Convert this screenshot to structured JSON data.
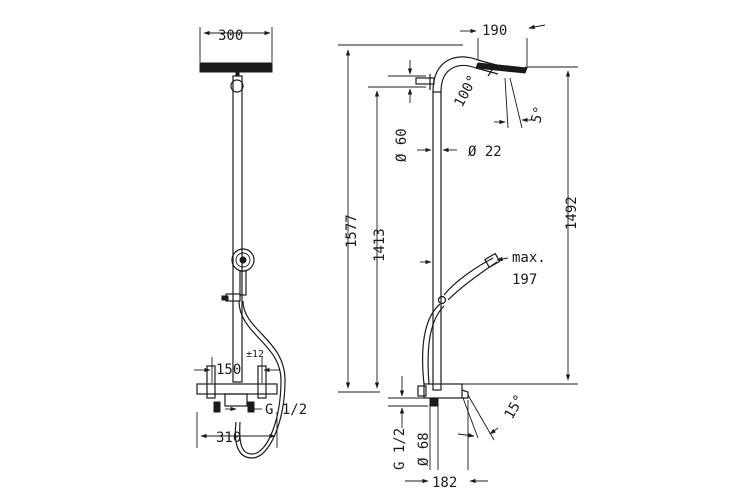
{
  "front_view": {
    "dim_head_width": "300",
    "dim_spacing": "150",
    "dim_tolerance": "±12",
    "dim_inlet": "G 1/2",
    "dim_overall_width": "310"
  },
  "side_view": {
    "dim_head_diameter": "190",
    "dim_head_angle": "100°",
    "dim_tilt": "5°",
    "dim_rose_diameter": "Ø 60",
    "dim_pipe_diameter": "Ø 22",
    "dim_total_height": "1577",
    "dim_rose_height": "1413",
    "dim_head_height": "1492",
    "dim_max_label": "max.",
    "dim_max_value": "197",
    "dim_spout_angle": "15°",
    "dim_inlet": "G 1/2",
    "dim_flange": "Ø 68",
    "dim_depth": "182"
  },
  "colors": {
    "line": "#1a1a1a",
    "background": "#ffffff"
  }
}
